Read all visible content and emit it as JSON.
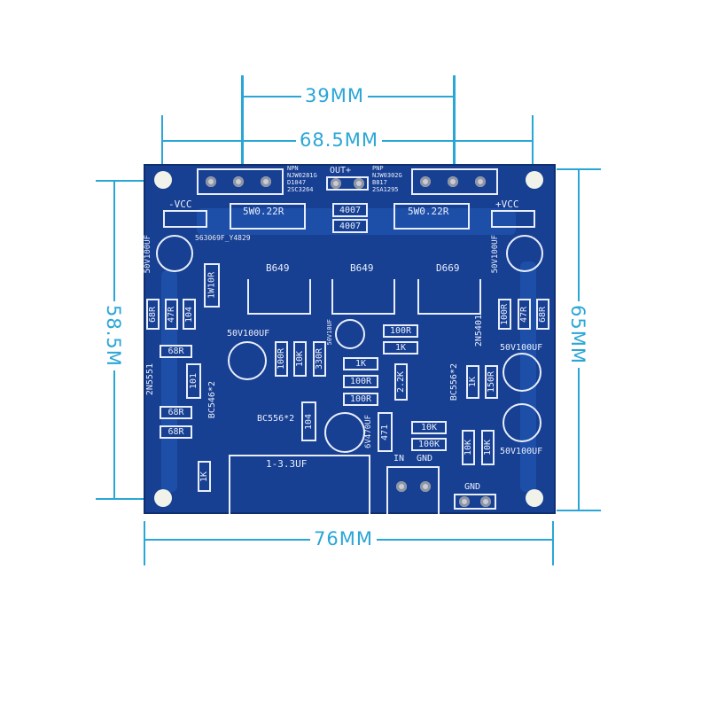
{
  "dimensions": {
    "top_inner": "39MM",
    "top_outer": "68.5MM",
    "bottom": "76MM",
    "left": "58.5M",
    "right": "65MM"
  },
  "silkscreen": {
    "npn": [
      "NPN",
      "NJW0281G",
      "D1047",
      "2SC3264"
    ],
    "pnp": [
      "PNP",
      "NJW0302G",
      "B817",
      "2SA1295"
    ],
    "out": "OUT+",
    "neg_vcc": "-VCC",
    "pos_vcc": "+VCC",
    "r_left": "5W0.22R",
    "r_right": "5W0.22R",
    "diode1": "4007",
    "diode2": "4007",
    "partno": "563069F_Y4829",
    "cap_tl": "50V100UF",
    "cap_tr": "50V100UF",
    "r_1w10": "1W10R",
    "q1": "B649",
    "q2": "B649",
    "q3": "D669",
    "r68a": "68R",
    "r47a": "47R",
    "c104a": "104",
    "r100b": "100R",
    "r47b": "47R",
    "r68b": "68R",
    "cap_mid": "50V100UF",
    "r100c": "100R",
    "r10k": "10K",
    "r330": "330R",
    "cap_small": "50V10UF",
    "r100d": "100R",
    "r1ka": "1K",
    "t2n5401": "2N5401",
    "cap_r1": "50V100UF",
    "r68c": "68R",
    "t2n5551": "2N5551",
    "c101": "101",
    "bc546": "BC546*2",
    "r1kb": "1K",
    "r100e": "100R",
    "r100f": "100R",
    "r22k": "2.2K",
    "bc556r": "BC556*2",
    "r1kc": "1K",
    "r150": "150R",
    "r68d": "68R",
    "r68e": "68R",
    "bc556l": "BC556*2",
    "c104b": "104",
    "cap470": "6V470UF",
    "c471": "471",
    "r10kb": "10K",
    "r100k": "100K",
    "r10kc": "10K",
    "r10kd": "10K",
    "cap_r2": "50V100UF",
    "r1kd": "1K",
    "cin": "1-3.3UF",
    "in": "IN",
    "gnd_in": "GND",
    "gnd": "GND"
  }
}
